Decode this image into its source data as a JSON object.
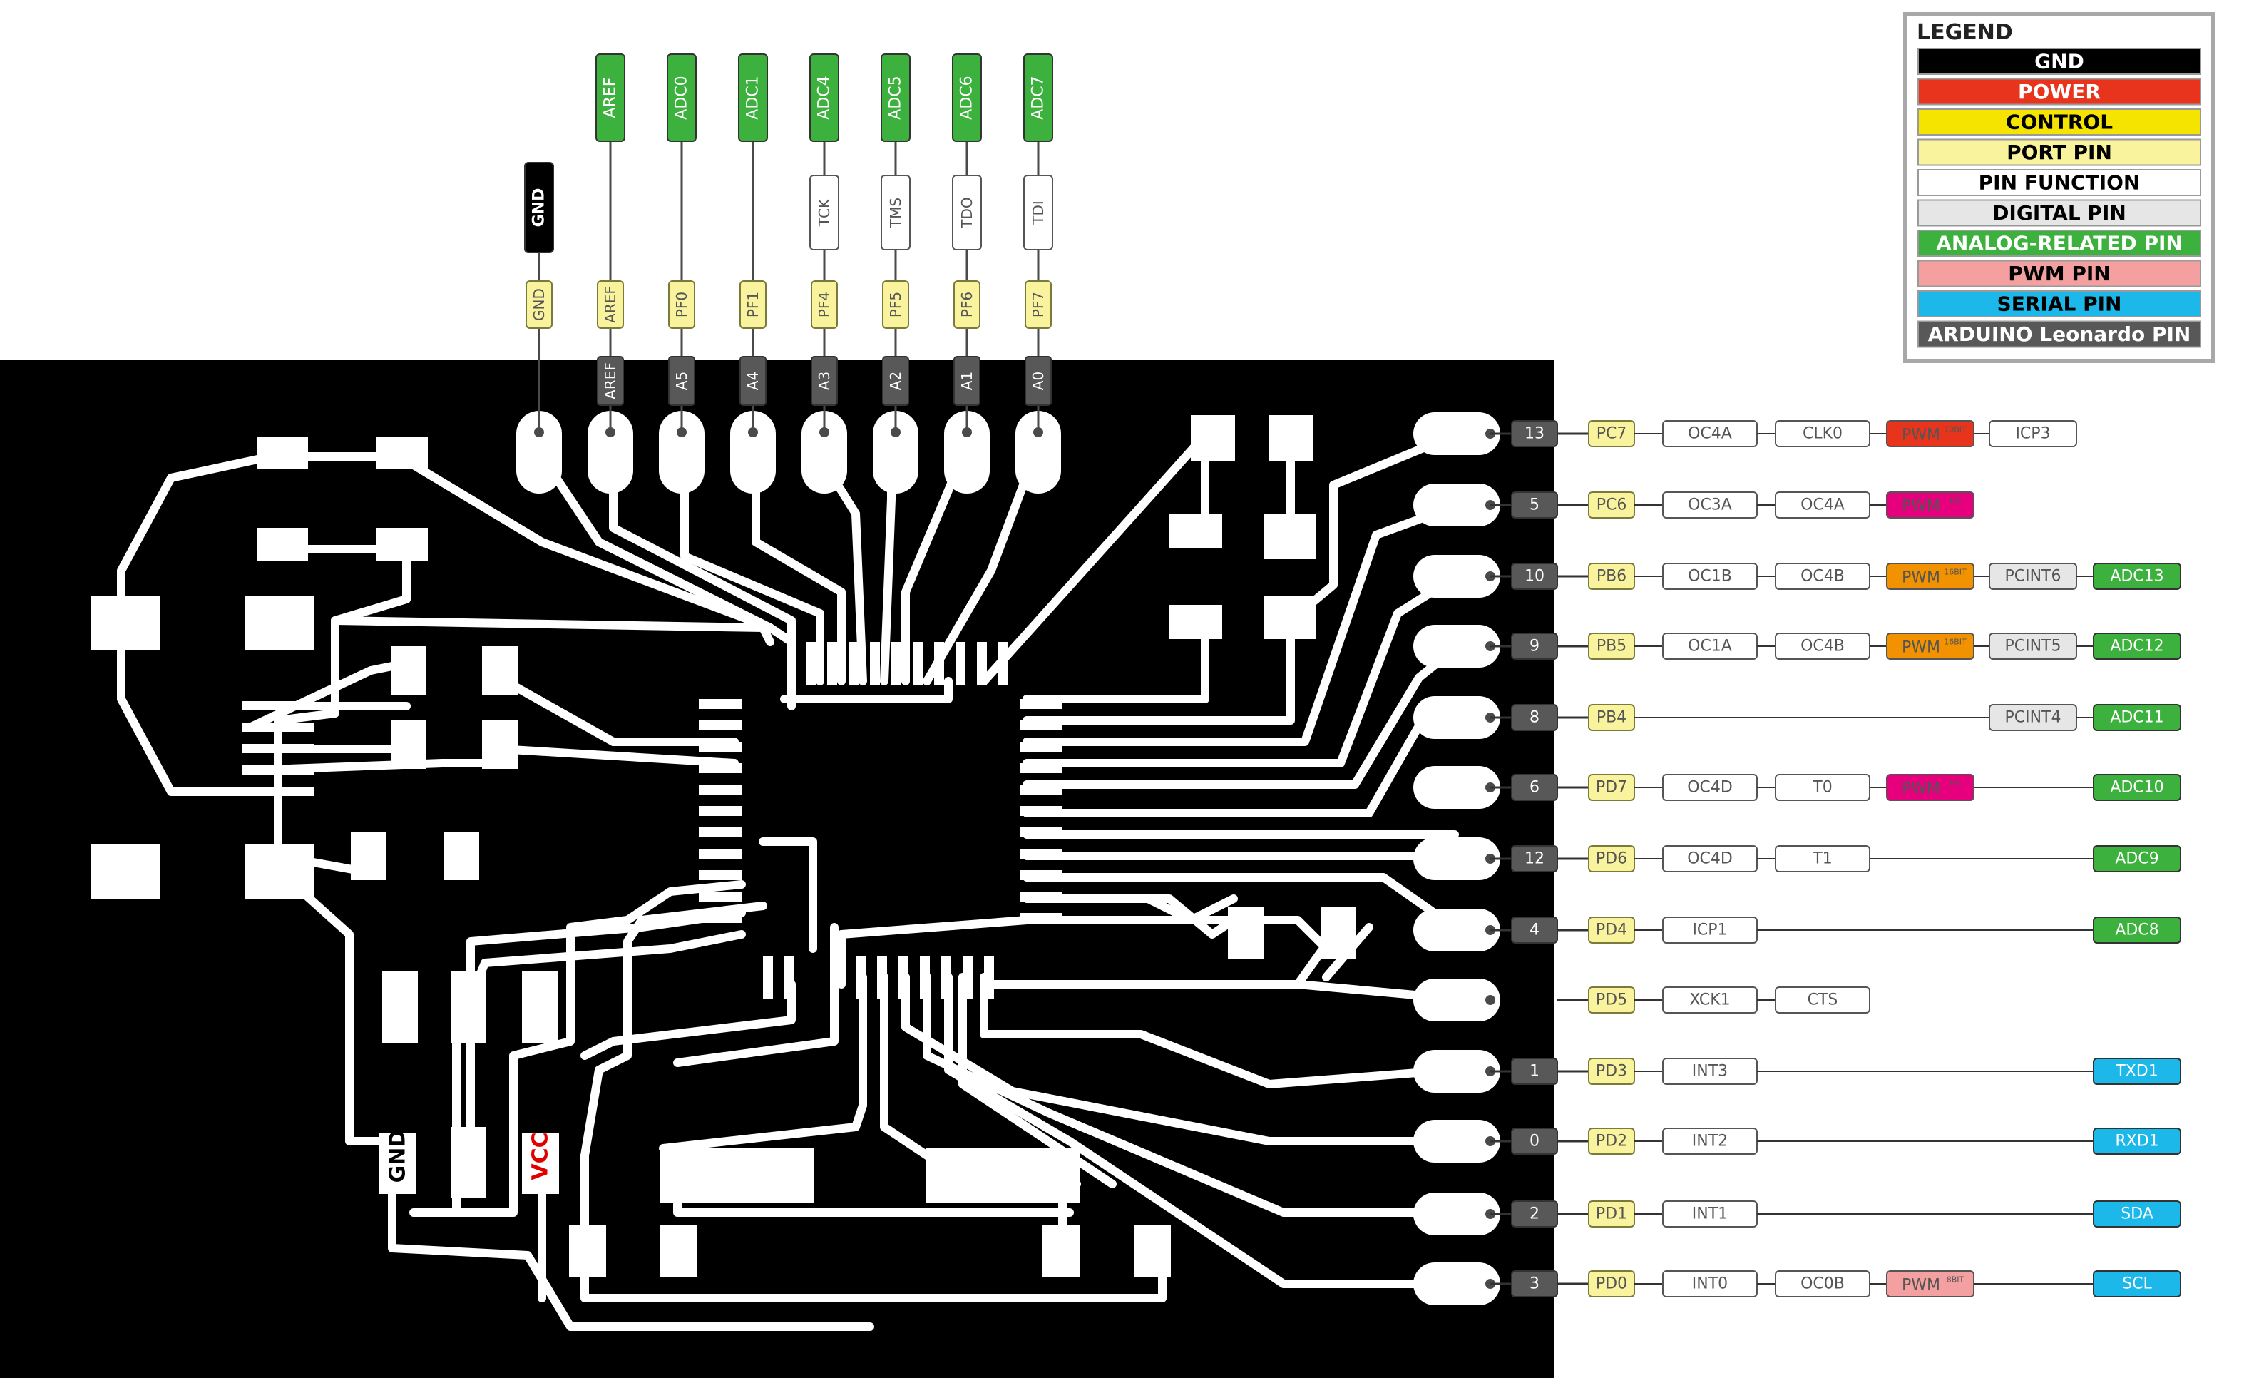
{
  "legend": {
    "title": "LEGEND",
    "items": [
      {
        "label": "GND",
        "color": "#000000",
        "text_color": "#ffffff"
      },
      {
        "label": "POWER",
        "color": "#e8341c",
        "text_color": "#ffffff"
      },
      {
        "label": "CONTROL",
        "color": "#f5e400",
        "text_color": "#000000"
      },
      {
        "label": "PORT PIN",
        "color": "#f8f39c",
        "text_color": "#000000"
      },
      {
        "label": "PIN FUNCTION",
        "color": "#ffffff",
        "text_color": "#000000"
      },
      {
        "label": "DIGITAL PIN",
        "color": "#e6e6e6",
        "text_color": "#000000"
      },
      {
        "label": "ANALOG-RELATED PIN",
        "color": "#3db13d",
        "text_color": "#ffffff"
      },
      {
        "label": "PWM PIN",
        "color": "#f4a0a0",
        "text_color": "#000000"
      },
      {
        "label": "SERIAL PIN",
        "color": "#1cb8ea",
        "text_color": "#000000"
      },
      {
        "label": "ARDUINO Leonardo PIN",
        "color": "#585858",
        "text_color": "#ffffff"
      }
    ]
  },
  "top_pins": [
    {
      "analog": "",
      "port": "GND",
      "function": "",
      "label": "GND",
      "label_color": "#000000"
    },
    {
      "analog": "AREF",
      "port": "AREF",
      "function": "",
      "label": "AREF",
      "label_color": "#3db13d"
    },
    {
      "analog": "A5",
      "port": "PF0",
      "function": "",
      "label": "ADC0",
      "label_color": "#3db13d"
    },
    {
      "analog": "A4",
      "port": "PF1",
      "function": "",
      "label": "ADC1",
      "label_color": "#3db13d"
    },
    {
      "analog": "A3",
      "port": "PF4",
      "function": "TCK",
      "label": "ADC4",
      "label_color": "#3db13d"
    },
    {
      "analog": "A2",
      "port": "PF5",
      "function": "TMS",
      "label": "ADC5",
      "label_color": "#3db13d"
    },
    {
      "analog": "A1",
      "port": "PF6",
      "function": "TDO",
      "label": "ADC6",
      "label_color": "#3db13d"
    },
    {
      "analog": "A0",
      "port": "PF7",
      "function": "TDI",
      "label": "ADC7",
      "label_color": "#3db13d"
    }
  ],
  "right_pins": [
    {
      "num": "13",
      "port": "PC7",
      "funcs": [
        "OC4A",
        "CLK0"
      ],
      "pwm": "PWM",
      "pwm_sup": "10BIT",
      "pwm_color": "#e8341c",
      "extra": "ICP3",
      "extra_type": "func",
      "end": "",
      "end_color": ""
    },
    {
      "num": "5",
      "port": "PC6",
      "funcs": [
        "OC3A",
        "OC4A"
      ],
      "pwm": "PWM",
      "pwm_sup": "HS",
      "pwm_color": "#e6007e",
      "extra": "",
      "extra_type": "",
      "end": "",
      "end_color": ""
    },
    {
      "num": "10",
      "port": "PB6",
      "funcs": [
        "OC1B",
        "OC4B"
      ],
      "pwm": "PWM",
      "pwm_sup": "16BIT",
      "pwm_color": "#f39200",
      "extra": "PCINT6",
      "extra_type": "digital",
      "end": "ADC13",
      "end_color": "#3db13d"
    },
    {
      "num": "9",
      "port": "PB5",
      "funcs": [
        "OC1A",
        "OC4B"
      ],
      "pwm": "PWM",
      "pwm_sup": "16BIT",
      "pwm_color": "#f39200",
      "extra": "PCINT5",
      "extra_type": "digital",
      "end": "ADC12",
      "end_color": "#3db13d"
    },
    {
      "num": "8",
      "port": "PB4",
      "funcs": [],
      "pwm": "",
      "pwm_sup": "",
      "pwm_color": "",
      "extra": "PCINT4",
      "extra_type": "digital",
      "end": "ADC11",
      "end_color": "#3db13d"
    },
    {
      "num": "6",
      "port": "PD7",
      "funcs": [
        "OC4D",
        "T0"
      ],
      "pwm": "PWM",
      "pwm_sup": "HS",
      "pwm_color": "#e6007e",
      "extra": "",
      "extra_type": "",
      "end": "ADC10",
      "end_color": "#3db13d"
    },
    {
      "num": "12",
      "port": "PD6",
      "funcs": [
        "OC4D",
        "T1"
      ],
      "pwm": "",
      "pwm_sup": "",
      "pwm_color": "",
      "extra": "",
      "extra_type": "",
      "end": "ADC9",
      "end_color": "#3db13d"
    },
    {
      "num": "4",
      "port": "PD4",
      "funcs": [
        "ICP1"
      ],
      "pwm": "",
      "pwm_sup": "",
      "pwm_color": "",
      "extra": "",
      "extra_type": "",
      "end": "ADC8",
      "end_color": "#3db13d"
    },
    {
      "num": "",
      "port": "PD5",
      "funcs": [
        "XCK1",
        "CTS"
      ],
      "pwm": "",
      "pwm_sup": "",
      "pwm_color": "",
      "extra": "",
      "extra_type": "",
      "end": "",
      "end_color": ""
    },
    {
      "num": "1",
      "port": "PD3",
      "funcs": [
        "INT3"
      ],
      "pwm": "",
      "pwm_sup": "",
      "pwm_color": "",
      "extra": "",
      "extra_type": "",
      "end": "TXD1",
      "end_color": "#1cb8ea"
    },
    {
      "num": "0",
      "port": "PD2",
      "funcs": [
        "INT2"
      ],
      "pwm": "",
      "pwm_sup": "",
      "pwm_color": "",
      "extra": "",
      "extra_type": "",
      "end": "RXD1",
      "end_color": "#1cb8ea"
    },
    {
      "num": "2",
      "port": "PD1",
      "funcs": [
        "INT1"
      ],
      "pwm": "",
      "pwm_sup": "",
      "pwm_color": "",
      "extra": "",
      "extra_type": "",
      "end": "SDA",
      "end_color": "#1cb8ea"
    },
    {
      "num": "3",
      "port": "PD0",
      "funcs": [
        "INT0",
        "OC0B"
      ],
      "pwm": "PWM",
      "pwm_sup": "8BIT",
      "pwm_color": "#f4a0a0",
      "extra": "",
      "extra_type": "",
      "end": "SCL",
      "end_color": "#1cb8ea"
    }
  ],
  "board_labels": {
    "gnd": "GND",
    "vcc": "VCC"
  },
  "colors": {
    "board": "#000000",
    "trace": "#ffffff",
    "port": "#f8f39c",
    "arduino": "#585858",
    "vcc_text": "#e00000"
  }
}
